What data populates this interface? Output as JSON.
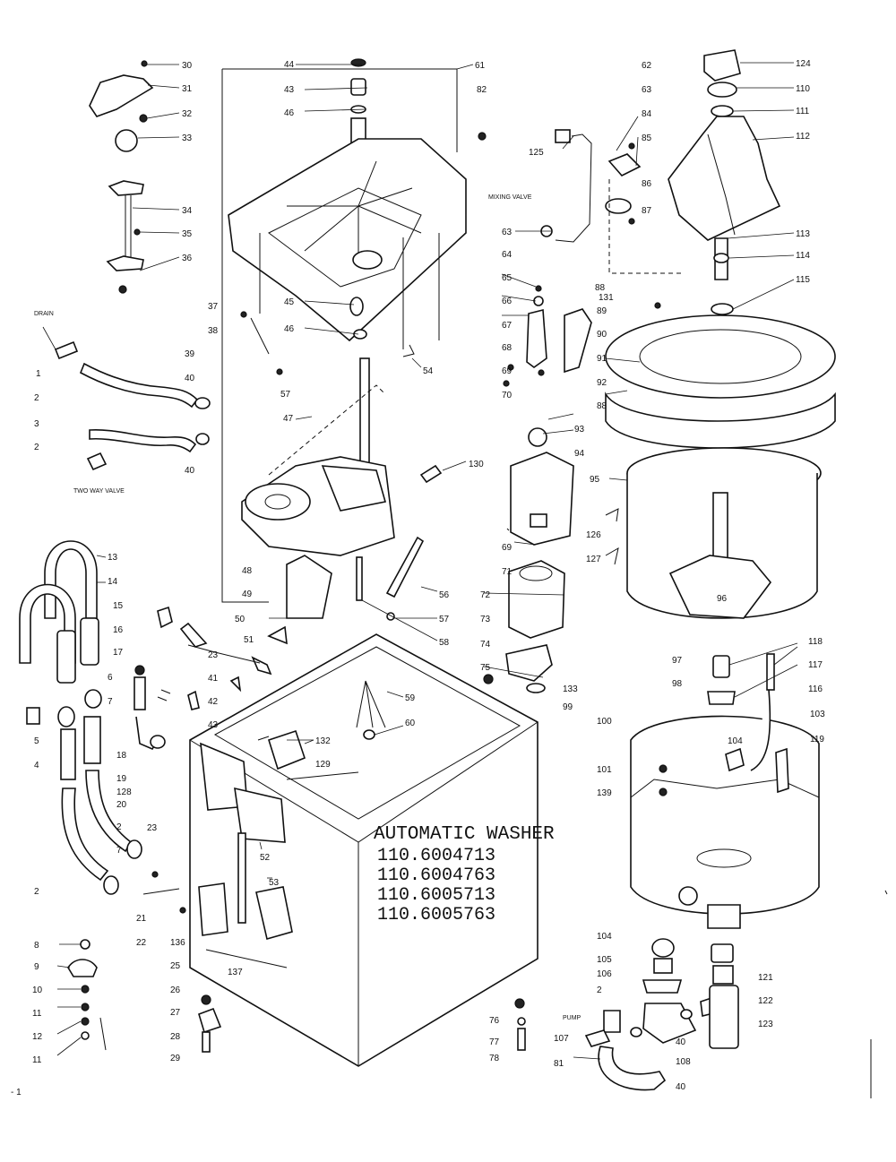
{
  "title": {
    "line1": "AUTOMATIC WASHER",
    "models": [
      "110.6004713",
      "110.6004763",
      "110.6005713",
      "110.6005763"
    ]
  },
  "labels": {
    "drain": "DRAIN",
    "mixing_valve": "MIXING VALVE",
    "two_way_valve": "TWO WAY VALVE",
    "pump": "PUMP",
    "page_mark": "- 1"
  },
  "callouts": {
    "c30": "30",
    "c31": "31",
    "c32": "32",
    "c33": "33",
    "c34": "34",
    "c35": "35",
    "c36": "36",
    "c37": "37",
    "c38": "38",
    "c39": "39",
    "c40a": "40",
    "c40b": "40",
    "c57": "57",
    "c1": "1",
    "c2a": "2",
    "c3": "3",
    "c2b": "2",
    "c44": "44",
    "c43": "43",
    "c46a": "46",
    "c45": "45",
    "c46b": "46",
    "c61": "61",
    "c82": "82",
    "c54": "54",
    "c47": "47",
    "c130": "130",
    "c48": "48",
    "c49": "49",
    "c50": "50",
    "c51": "51",
    "c56": "56",
    "c57b": "57",
    "c58": "58",
    "c62": "62",
    "c63h": "63",
    "c84": "84",
    "c85": "85",
    "c86": "86",
    "c87": "87",
    "c125": "125",
    "c63": "63",
    "c64": "64",
    "c65": "65",
    "c66": "66",
    "c67": "67",
    "c68": "68",
    "c69a": "69",
    "c70": "70",
    "c88": "88",
    "c131": "131",
    "c89": "89",
    "c90": "90",
    "c91": "91",
    "c92": "92",
    "c88b": "88",
    "c93": "93",
    "c94": "94",
    "c69b": "69",
    "c71": "71",
    "c72": "72",
    "c73": "73",
    "c74": "74",
    "c75": "75",
    "c124": "124",
    "c110": "110",
    "c111": "111",
    "c112": "112",
    "c113": "113",
    "c114": "114",
    "c115": "115",
    "c95": "95",
    "c126": "126",
    "c127": "127",
    "c96": "96",
    "c13": "13",
    "c14": "14",
    "c15": "15",
    "c16": "16",
    "c17": "17",
    "c6a": "6",
    "c7a": "7",
    "c5": "5",
    "c4": "4",
    "c23a": "23",
    "c41": "41",
    "c42": "42",
    "c43b": "43",
    "c18": "18",
    "c19": "19",
    "c128": "128",
    "c20": "20",
    "c2c": "2",
    "c7b": "7",
    "c2d": "2",
    "c23b": "23",
    "c21": "21",
    "c22": "22",
    "c136": "136",
    "c8": "8",
    "c9": "9",
    "c10": "10",
    "c11a": "11",
    "c12": "12",
    "c11b": "11",
    "c59": "59",
    "c60": "60",
    "c132": "132",
    "c129": "129",
    "c52": "52",
    "c53": "53",
    "c137": "137",
    "c25": "25",
    "c26": "26",
    "c27": "27",
    "c28": "28",
    "c29": "29",
    "c76": "76",
    "c77": "77",
    "c78": "78",
    "c97": "97",
    "c98": "98",
    "c133": "133",
    "c99": "99",
    "c100": "100",
    "c101": "101",
    "c139": "139",
    "c104a": "104",
    "c118": "118",
    "c117": "117",
    "c116": "116",
    "c103": "103",
    "c119": "119",
    "c104b": "104",
    "c105": "105",
    "c106": "106",
    "c2e": "2",
    "c107": "107",
    "c81": "81",
    "c108": "108",
    "c40c": "40",
    "c40d": "40",
    "c121": "121",
    "c122": "122",
    "c123": "123"
  }
}
